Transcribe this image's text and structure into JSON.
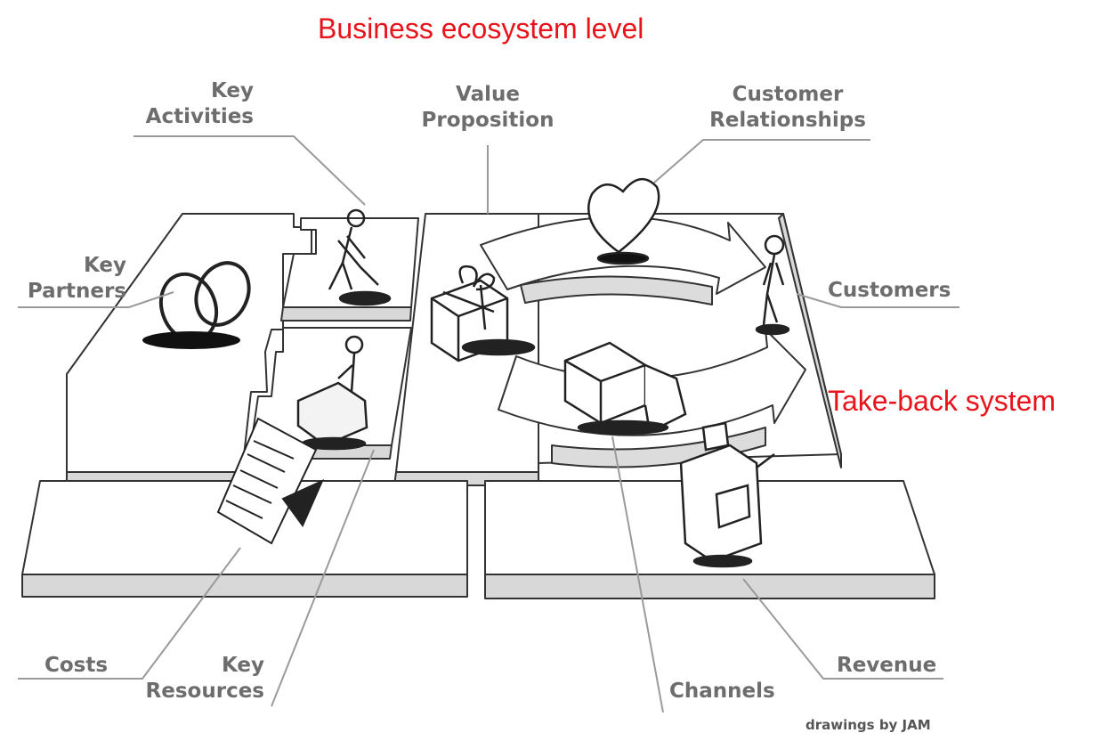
{
  "annotations": {
    "top": "Business ecosystem level",
    "right": "Take-back system"
  },
  "blocks": {
    "key_activities": [
      "Key",
      "Activities"
    ],
    "value_proposition": [
      "Value",
      "Proposition"
    ],
    "customer_relationships": [
      "Customer",
      "Relationships"
    ],
    "key_partners": [
      "Key",
      "Partners"
    ],
    "customers": "Customers",
    "costs": "Costs",
    "key_resources": [
      "Key",
      "Resources"
    ],
    "channels": "Channels",
    "revenue": "Revenue"
  },
  "credit": "drawings by JAM",
  "colors": {
    "annotation": "#e8131b",
    "label": "#6d6d6d",
    "line": "#333333",
    "leader": "#9a9a9a"
  },
  "icons": [
    "rings-icon",
    "digging-person-icon",
    "person-at-machine-icon",
    "gift-box-icon",
    "heart-icon",
    "customer-person-icon",
    "delivery-truck-icon",
    "cash-register-icon",
    "invoice-document-icon"
  ]
}
